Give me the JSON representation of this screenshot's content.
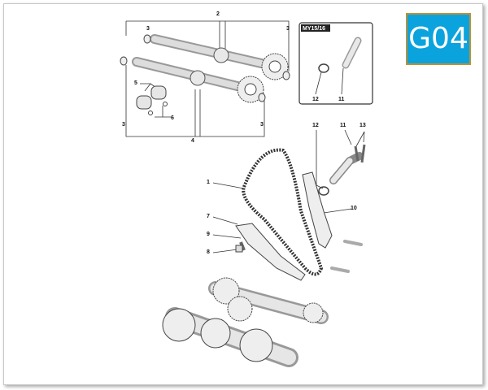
{
  "page_code": "G04",
  "inset": {
    "title": "MY15/16",
    "labels": [
      "12",
      "11"
    ]
  },
  "callouts": {
    "c2": "2",
    "c3a": "3",
    "c3b": "3",
    "c3c": "3",
    "c3d": "3",
    "c4": "4",
    "c5": "5",
    "c6": "6",
    "c1": "1",
    "c7": "7",
    "c9": "9",
    "c8": "8",
    "c10": "10",
    "c11": "11",
    "c12": "12",
    "c13": "13"
  },
  "colors": {
    "badge": "#0aa3de",
    "badge_border": "#b8923a"
  }
}
